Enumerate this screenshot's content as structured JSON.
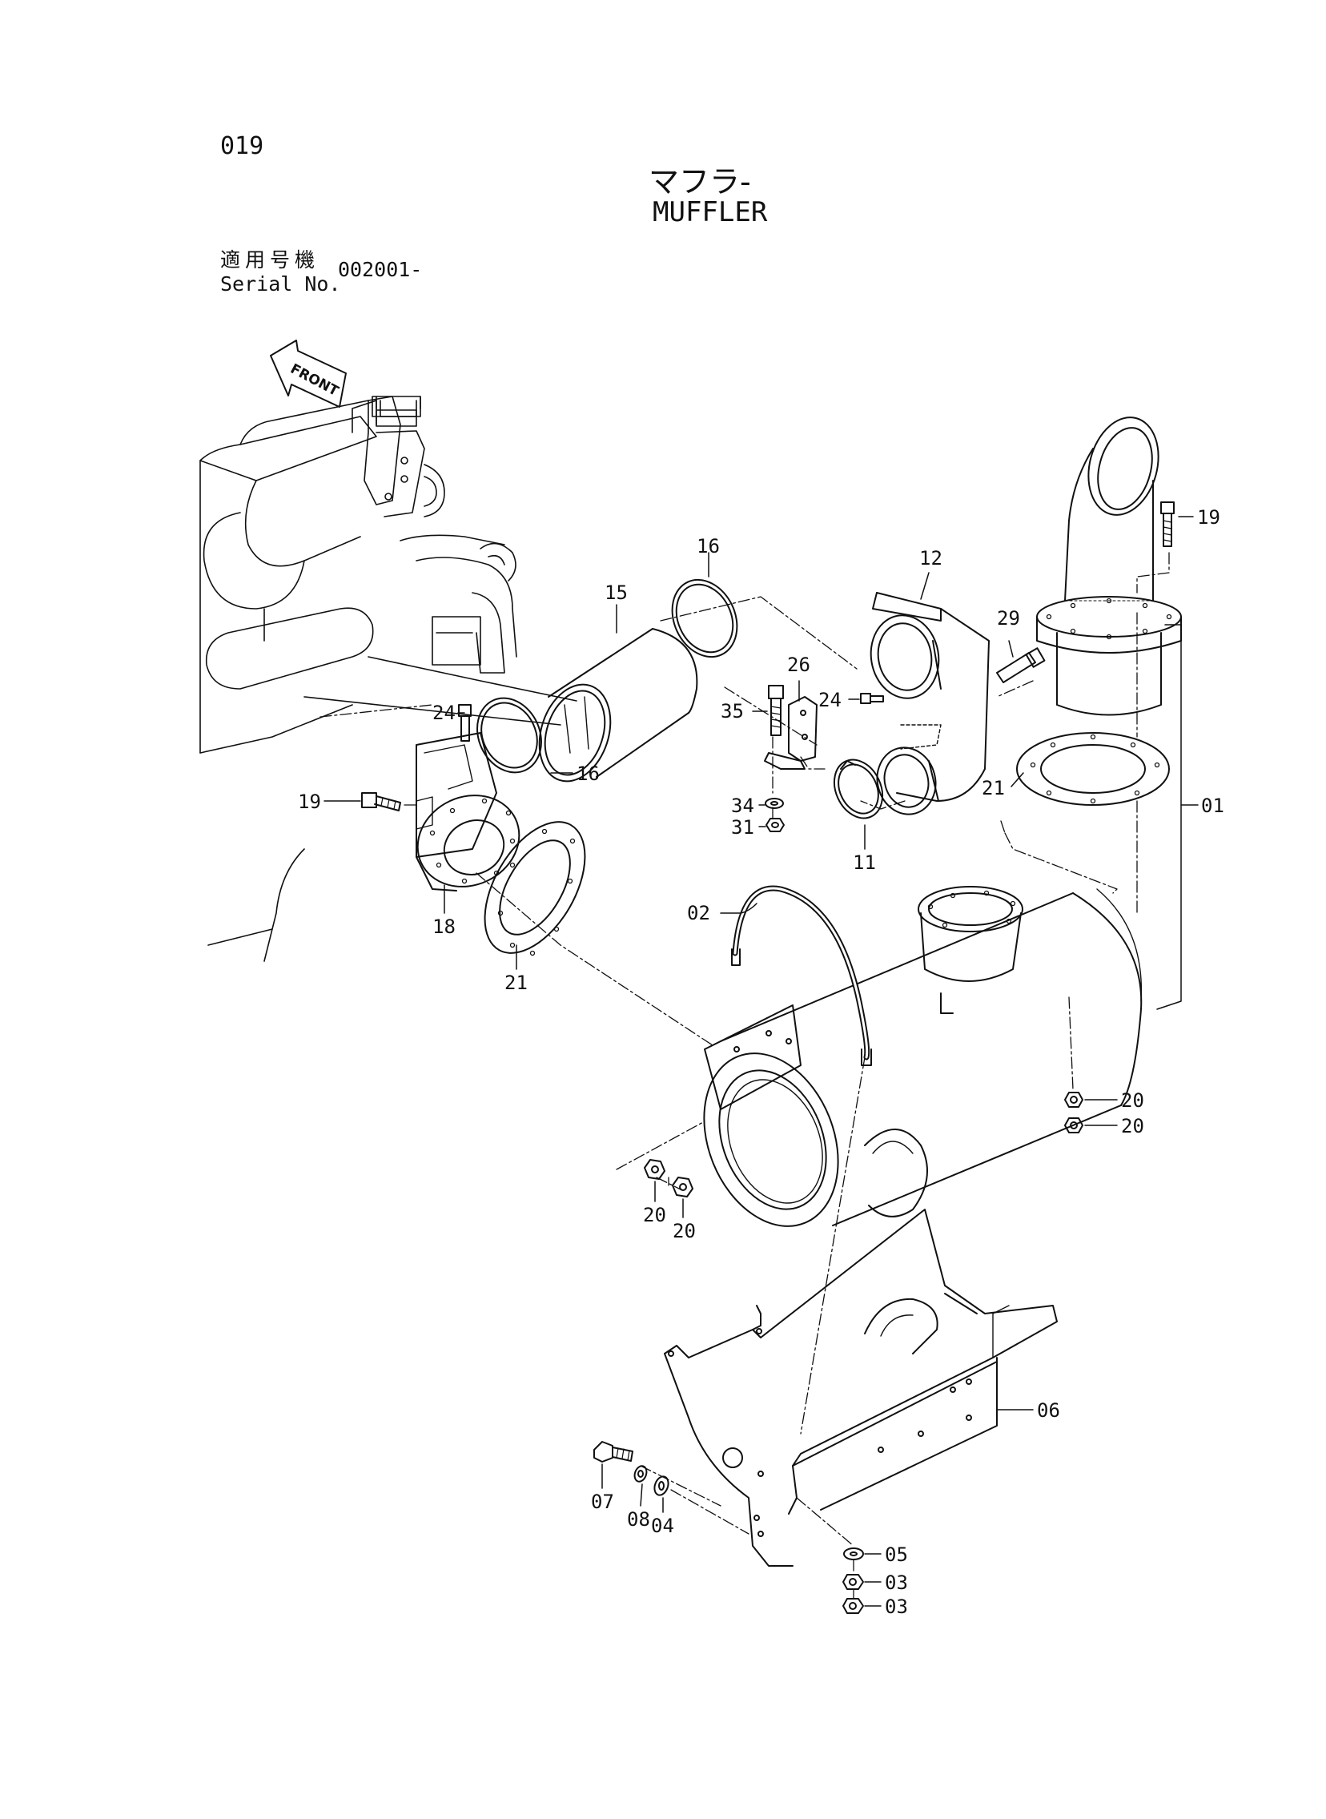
{
  "header": {
    "page_number": "019",
    "title_ja": "マフラ-",
    "title_en": "MUFFLER",
    "serial_label_ja": "適用号機",
    "serial_label_en": "Serial No.",
    "serial_value": "002001-"
  },
  "front_label": "FRONT",
  "callouts": [
    "19",
    "16",
    "12",
    "15",
    "29",
    "26",
    "35",
    "24",
    "24",
    "16",
    "21",
    "01",
    "19",
    "34",
    "31",
    "11",
    "18",
    "02",
    "21",
    "20",
    "20",
    "20",
    "20",
    "06",
    "07",
    "08",
    "04",
    "05",
    "03",
    "03"
  ]
}
